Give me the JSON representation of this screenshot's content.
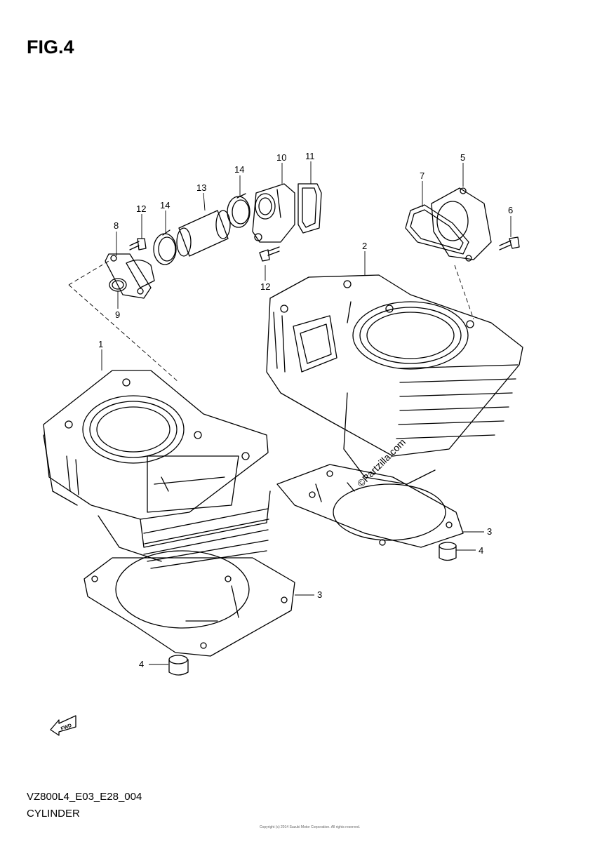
{
  "figure": {
    "title": "FIG.4"
  },
  "callouts": [
    {
      "id": "1",
      "text": "1"
    },
    {
      "id": "2",
      "text": "2"
    },
    {
      "id": "3a",
      "text": "3"
    },
    {
      "id": "3b",
      "text": "3"
    },
    {
      "id": "4a",
      "text": "4"
    },
    {
      "id": "4b",
      "text": "4"
    },
    {
      "id": "5",
      "text": "5"
    },
    {
      "id": "6",
      "text": "6"
    },
    {
      "id": "7",
      "text": "7"
    },
    {
      "id": "8",
      "text": "8"
    },
    {
      "id": "9",
      "text": "9"
    },
    {
      "id": "10",
      "text": "10"
    },
    {
      "id": "11",
      "text": "11"
    },
    {
      "id": "12a",
      "text": "12"
    },
    {
      "id": "12b",
      "text": "12"
    },
    {
      "id": "13",
      "text": "13"
    },
    {
      "id": "14a",
      "text": "14"
    },
    {
      "id": "14b",
      "text": "14"
    }
  ],
  "watermark": "©Partzilla.com",
  "fwd_badge": "FWD",
  "footer": {
    "code": "VZ800L4_E03_E28_004",
    "name": "CYLINDER",
    "copyright": "Copyright (c) 2014 Suzuki Motor Corporation. All rights reserved."
  }
}
